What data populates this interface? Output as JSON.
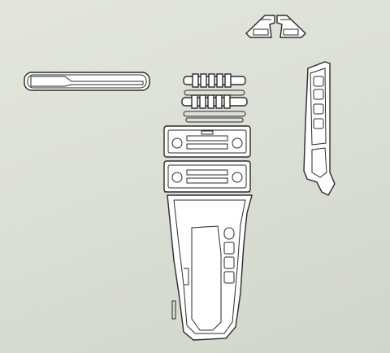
{
  "scene": {
    "background_color": "#dcdfd6",
    "line_color": "#2a2a2a",
    "part_fill": "#ffffff"
  },
  "parts": [
    {
      "name": "dashboard-trim-strip"
    },
    {
      "name": "steering-wheel-trim-left"
    },
    {
      "name": "steering-wheel-trim-right"
    },
    {
      "name": "door-window-switch-panel"
    },
    {
      "name": "vent-button-row-upper"
    },
    {
      "name": "vent-button-row-lower"
    },
    {
      "name": "climate-control-panel"
    },
    {
      "name": "radio-control-panel"
    },
    {
      "name": "center-console-shifter-trim"
    }
  ]
}
